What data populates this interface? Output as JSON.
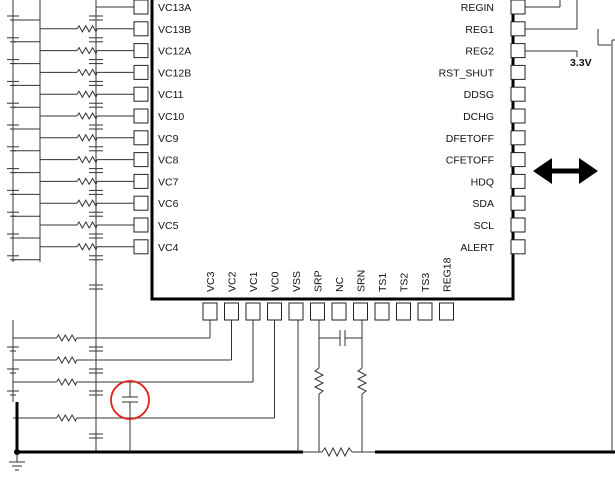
{
  "left_pins": [
    "VC13A",
    "VC13B",
    "VC12A",
    "VC12B",
    "VC11",
    "VC10",
    "VC9",
    "VC8",
    "VC7",
    "VC6",
    "VC5",
    "VC4"
  ],
  "right_pins": [
    "REGIN",
    "REG1",
    "REG2",
    "RST_SHUT",
    "DDSG",
    "DCHG",
    "DFETOFF",
    "CFETOFF",
    "HDQ",
    "SDA",
    "SCL",
    "ALERT"
  ],
  "bottom_pins": [
    "VC3",
    "VC2",
    "VC1",
    "VC0",
    "VSS",
    "SRP",
    "NC",
    "SRN",
    "TS1",
    "TS2",
    "TS3",
    "REG18"
  ],
  "voltage_label": "3.3V",
  "highlight_color": "#e0201c",
  "arrow_icon": "double-headed-arrow-icon"
}
